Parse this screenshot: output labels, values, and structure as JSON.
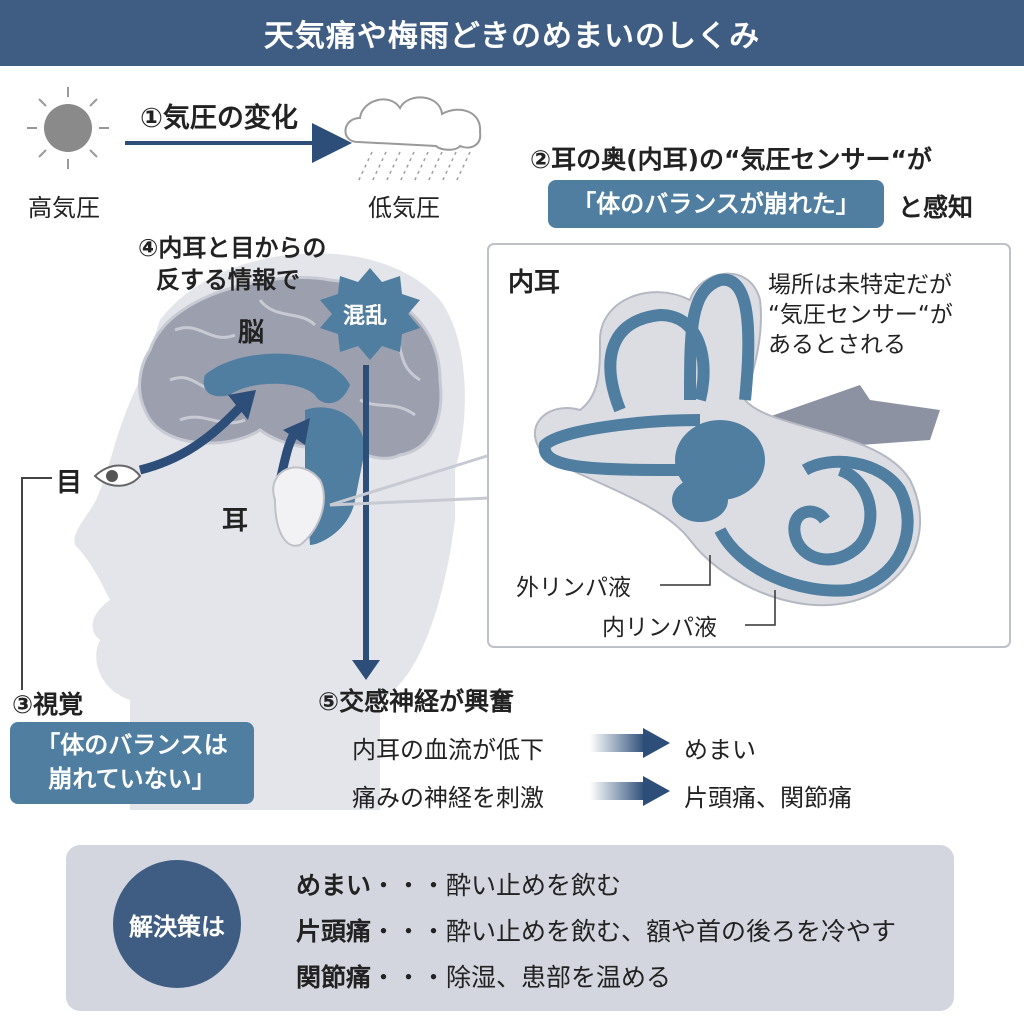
{
  "title": "天気痛や梅雨どきのめまいのしくみ",
  "step1": {
    "label": "①気圧の変化",
    "left": "高気圧",
    "right": "低気圧"
  },
  "step2": {
    "line1": "②耳の奥(内耳)の“気圧センサー“が",
    "pill": "「体のバランスが崩れた」",
    "suffix": "と感知"
  },
  "step4": {
    "line1": "④内耳と目からの",
    "line2": "反する情報で"
  },
  "brain": {
    "label": "脳",
    "confusion": "混乱"
  },
  "eye_label": "目",
  "ear_label": "耳",
  "inner_ear": {
    "title": "内耳",
    "note1": "場所は未特定だが",
    "note2": "“気圧センサー“が",
    "note3": "あるとされる",
    "perilymph": "外リンパ液",
    "endolymph": "内リンパ液"
  },
  "step3": {
    "label": "③視覚",
    "pill1": "「体のバランスは",
    "pill2": "崩れていない」"
  },
  "step5": {
    "label": "⑤交感神経が興奮",
    "effects": [
      {
        "cause": "内耳の血流が低下",
        "result": "めまい"
      },
      {
        "cause": "痛みの神経を刺激",
        "result": "片頭痛、関節痛"
      }
    ]
  },
  "solutions": {
    "badge": "解決策は",
    "items": [
      {
        "term": "めまい",
        "sep": "・・・",
        "text": "酔い止めを飲む"
      },
      {
        "term": "片頭痛",
        "sep": "・・・",
        "text": "酔い止めを飲む、額や首の後ろを冷やす"
      },
      {
        "term": "関節痛",
        "sep": "・・・",
        "text": "除湿、患部を温める"
      }
    ]
  }
}
